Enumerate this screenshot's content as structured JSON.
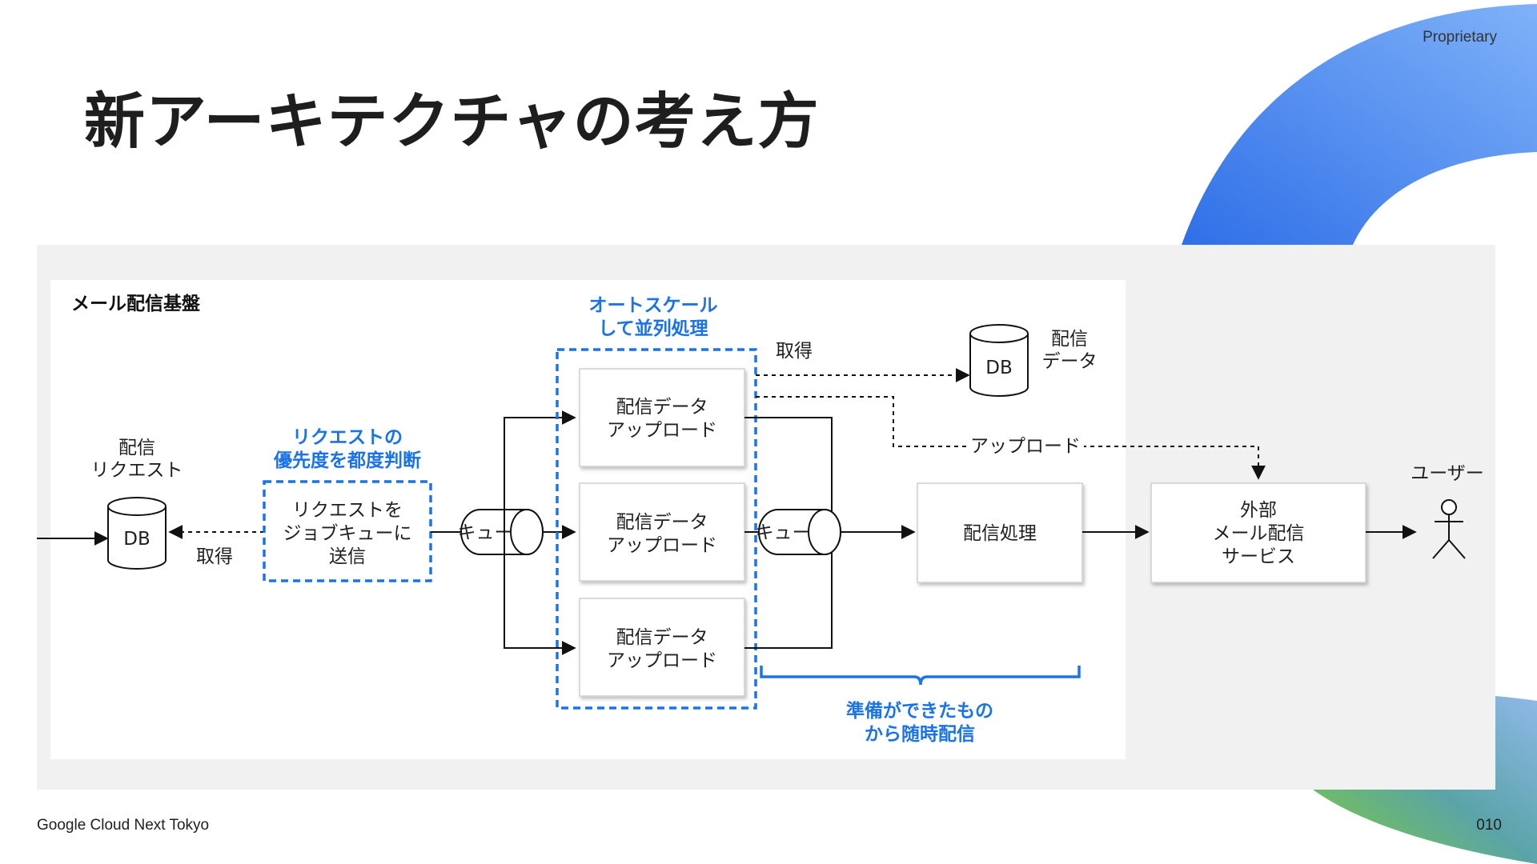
{
  "header": {
    "proprietary": "Proprietary",
    "title": "新アーキテクチャの考え方"
  },
  "footer": {
    "event": "Google Cloud Next Tokyo",
    "page_number": "010"
  },
  "colors": {
    "accent_blue": "#1a73e8",
    "deco_blue": "#4285f4",
    "deco_green": "#34a853"
  },
  "diagram": {
    "platform_label": "メール配信基盤",
    "request_label": [
      "配信",
      "リクエスト"
    ],
    "db_label": "DB",
    "fetch_label": "取得",
    "prioritize_note": [
      "リクエストの",
      "優先度を都度判断"
    ],
    "enqueue_box": [
      "リクエストを",
      "ジョブキューに",
      "送信"
    ],
    "queue_label": "キュー",
    "autoscale_note": [
      "オートスケール",
      "して並列処理"
    ],
    "worker_box": [
      "配信データ",
      "アップロード"
    ],
    "delivery_data_label": [
      "配信",
      "データ"
    ],
    "upload_label": "アップロード",
    "process_box": "配信処理",
    "external_box": [
      "外部",
      "メール配信",
      "サービス"
    ],
    "user_label": "ユーザー",
    "ready_note": [
      "準備ができたもの",
      "から随時配信"
    ]
  }
}
